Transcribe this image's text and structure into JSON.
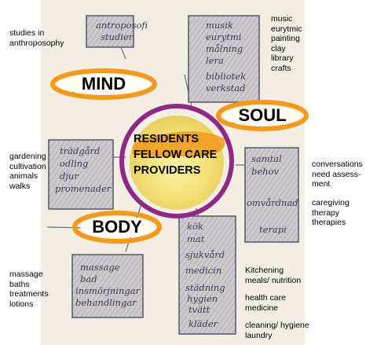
{
  "diagram": {
    "center": {
      "lines": [
        "RESIDENTS",
        "FELLOW CARE",
        "PROVIDERS"
      ]
    },
    "categories": {
      "mind": "MIND",
      "soul": "SOUL",
      "body": "BODY"
    },
    "boxes": [
      {
        "id": "studies",
        "handwritten": [
          "antroposofi",
          "studier"
        ],
        "english": "studies in\nanthroposophy"
      },
      {
        "id": "arts",
        "handwritten": [
          "musik",
          "eurytmi",
          "målning",
          "lera",
          "bibliotek",
          "verkstad"
        ],
        "english": "music\neurytmic\npainting\nclay\nlibrary\ncrafts"
      },
      {
        "id": "garden",
        "handwritten": [
          "trädgård",
          "odling",
          "djur",
          "promenader"
        ],
        "english": "gardening\ncultivation\nanimals\nwalks"
      },
      {
        "id": "conversations",
        "handwritten": [
          "samtal",
          "behov",
          "omvårdnad",
          "terapi"
        ],
        "english_a": "conversations\nneed assess-\nment",
        "english_b": "caregiving\ntherapy\ntherapies"
      },
      {
        "id": "massage",
        "handwritten": [
          "massage",
          "bad",
          "insmörjningar",
          "behandlingar"
        ],
        "english": "massage\nbaths\ntreatments\nlotions"
      },
      {
        "id": "kitchen",
        "handwritten": [
          "kök",
          "mat",
          "sjukvård",
          "medicin",
          "städning",
          "hygien",
          "tvätt",
          "kläder"
        ],
        "english_a": "Kitchening\nmeals/ nutrition",
        "english_b": "health care\nmedicine",
        "english_c": "cleaning/ hygiene\nlaundry"
      }
    ],
    "colors": {
      "orange": "#f29a1d",
      "yellow": "#f4e27a",
      "pencil": "#4a4a5a",
      "box_fill": "#cfc9cf"
    }
  }
}
